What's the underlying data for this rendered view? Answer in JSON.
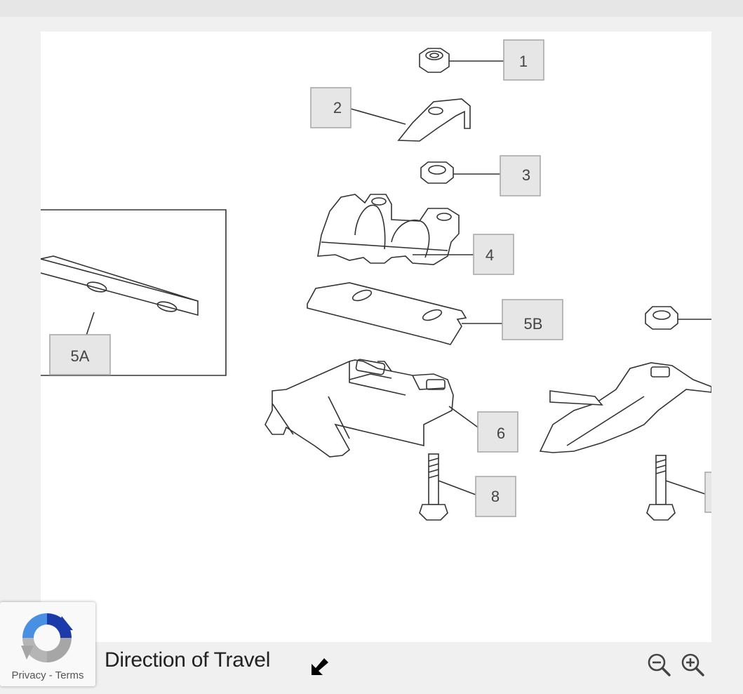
{
  "diagram": {
    "callouts": {
      "c1": "1",
      "c2": "2",
      "c3": "3",
      "c4": "4",
      "c5a": "5A",
      "c5b": "5B",
      "c6": "6",
      "c8": "8"
    }
  },
  "footer": {
    "direction_label": "Direction of Travel"
  },
  "zoom": {
    "out_icon": "zoom-out-icon",
    "in_icon": "zoom-in-icon"
  },
  "recaptcha": {
    "privacy_label": "Privacy",
    "separator": " - ",
    "terms_label": "Terms"
  },
  "colors": {
    "background": "#f0f0f0",
    "callout_box": "#e6e6e6",
    "recaptcha_blue": "#1c6be3",
    "recaptcha_gray": "#b5b5b5"
  }
}
